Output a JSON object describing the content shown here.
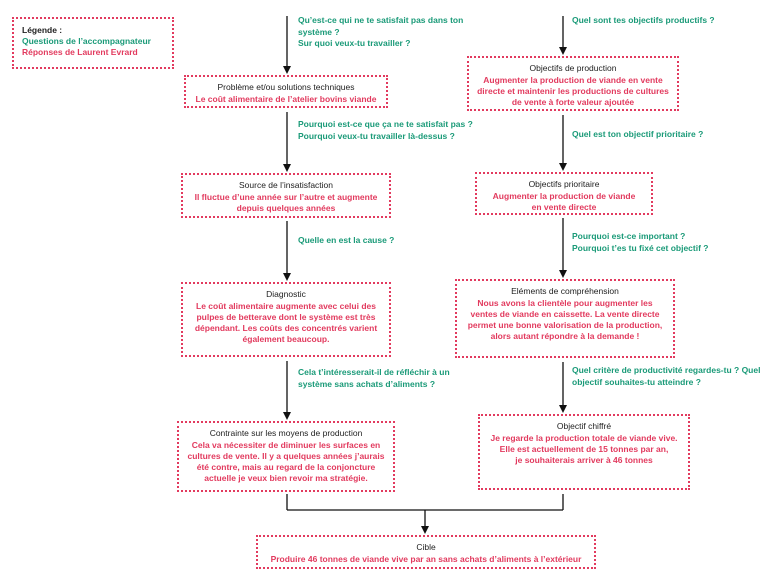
{
  "legend": {
    "title": "Légende :",
    "questions": "Questions de l’accompagnateur",
    "answers": "Réponses de Laurent Evrard"
  },
  "left": {
    "q1": "Qu’est-ce qui ne te satisfait pas dans ton\nsystème ?\nSur quoi veux-tu travailler ?",
    "box1": {
      "title": "Problème et/ou solutions techniques",
      "body": "Le coût alimentaire de l’atelier bovins viande"
    },
    "q2": "Pourquoi est-ce que ça ne te satisfait pas ?\nPourquoi veux-tu travailler là-dessus ?",
    "box2": {
      "title": "Source de l’insatisfaction",
      "body": "Il fluctue d’une année sur l’autre et augmente\ndepuis quelques années"
    },
    "q3": "Quelle en est la cause ?",
    "box3": {
      "title": "Diagnostic",
      "body": "Le coût alimentaire augmente avec celui des\npulpes de betterave dont le système est très\ndépendant. Les coûts des concentrés varient\négalement beaucoup."
    },
    "q4": "Cela t’intéresserait-il de réfléchir à un\nsystème sans achats d’aliments ?",
    "box4": {
      "title": "Contrainte sur les moyens de production",
      "body": "Cela va nécessiter de diminuer les surfaces en\ncultures de vente. Il y a quelques années j’aurais\nété contre, mais au regard de la conjoncture\nactuelle je veux bien revoir ma stratégie."
    }
  },
  "right": {
    "q1": "Quel sont tes objectifs productifs ?",
    "box1": {
      "title": "Objectifs de production",
      "body": "Augmenter la production de viande en vente\ndirecte et maintenir les productions de cultures\nde vente à forte valeur ajoutée"
    },
    "q2": "Quel est ton objectif prioritaire ?",
    "box2": {
      "title": "Objectifs prioritaire",
      "body": "Augmenter la production de viande\nen vente directe"
    },
    "q3": "Pourquoi est-ce important ?\nPourquoi t’es tu fixé cet objectif ?",
    "box3": {
      "title": "Eléments de compréhension",
      "body": "Nous avons la clientèle pour augmenter les\nventes de viande en caissette. La vente directe\npermet une bonne valorisation de la production,\nalors autant répondre à la demande !"
    },
    "q4": "Quel critère de productivité regardes-tu ? Quel\nobjectif souhaites-tu atteindre ?",
    "box4": {
      "title": "Objectif chiffré",
      "body": "Je regarde la production totale de viande vive.\nElle est actuellement de 15 tonnes par an,\nje souhaiterais arriver à 46 tonnes"
    }
  },
  "target": {
    "title": "Cible",
    "body": "Produire 46 tonnes de viande vive par an sans achats d’aliments à l’extérieur"
  }
}
